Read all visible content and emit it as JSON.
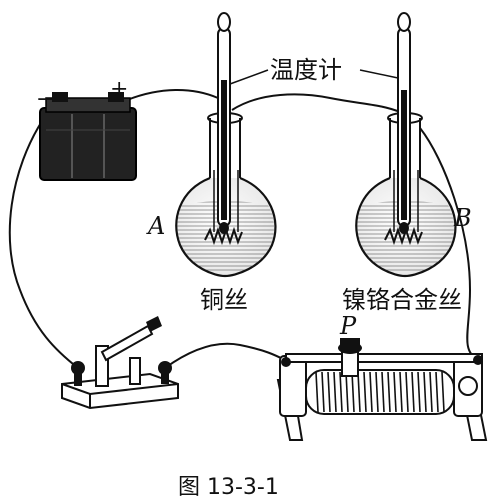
{
  "labels": {
    "thermometer": "温度计",
    "flask_a": "A",
    "flask_b": "B",
    "wire_a": "铜丝",
    "wire_b": "镍铬合金丝",
    "slider": "P",
    "battery_minus": "−",
    "battery_plus": "+",
    "caption": "图 13-3-1"
  }
}
